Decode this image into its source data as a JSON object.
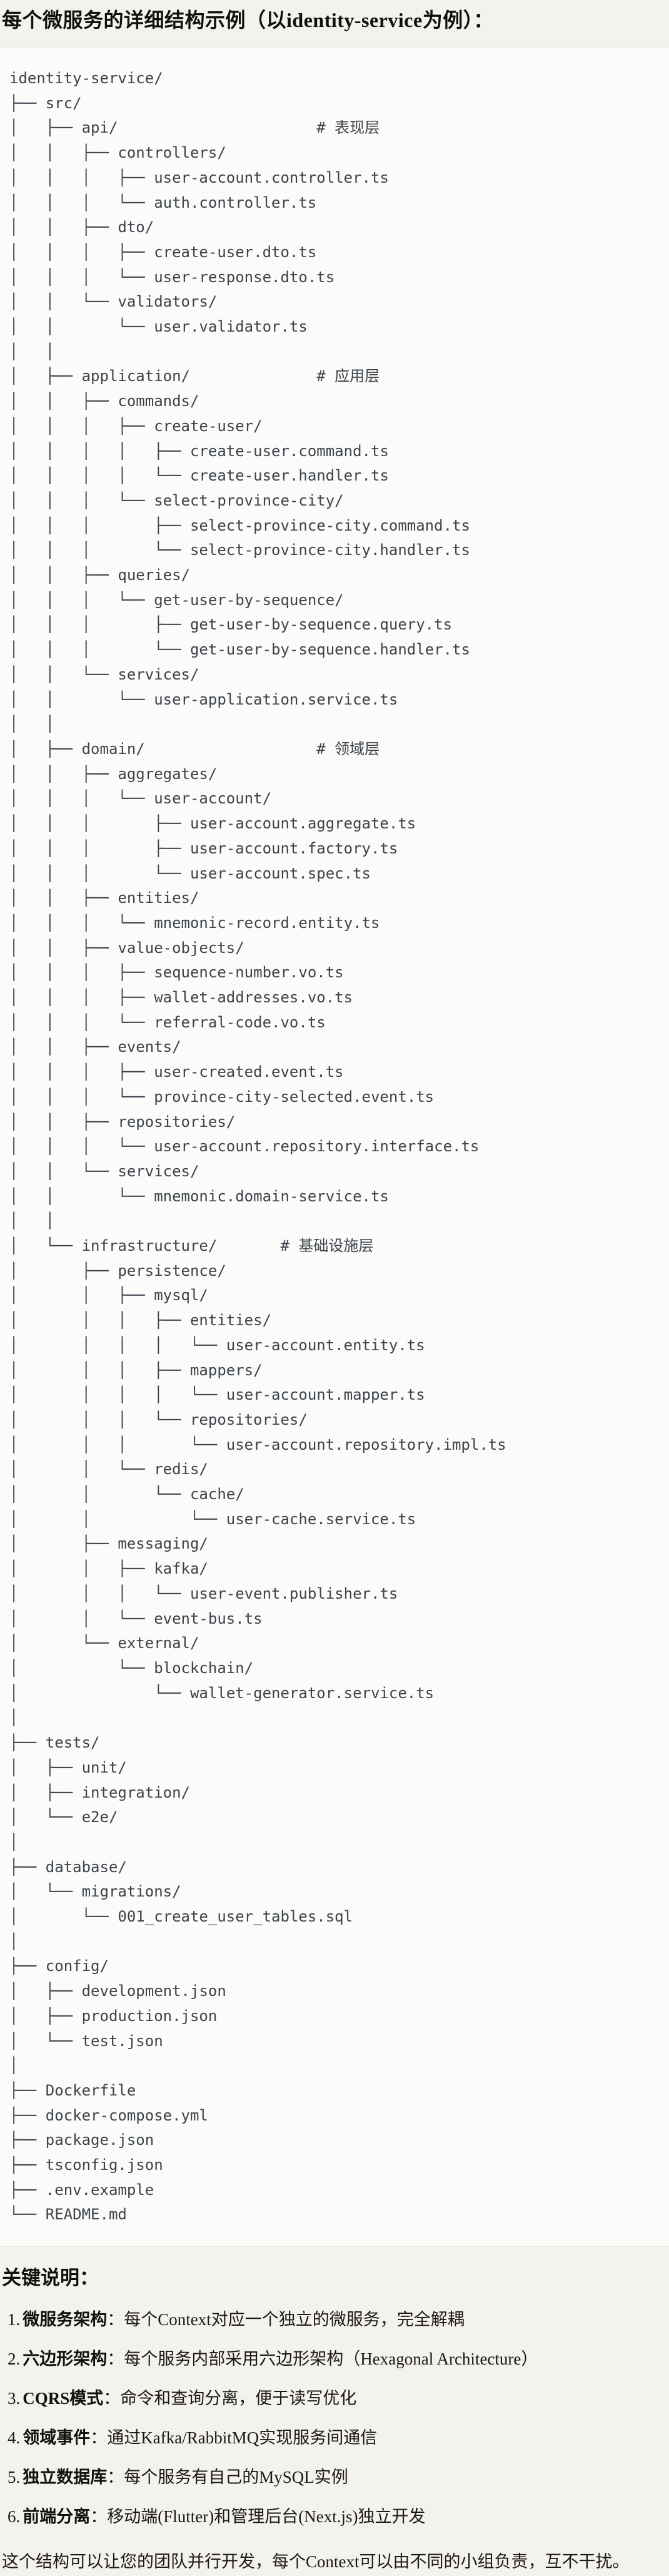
{
  "page": {
    "title": "每个微服务的详细结构示例（以identity-service为例）：",
    "notes_heading": "关键说明：",
    "closing": "这个结构可以让您的团队并行开发，每个Context可以由不同的小组负责，互不干扰。"
  },
  "code_block": {
    "kind": "ascii-directory-tree",
    "root": "identity-service/",
    "layer_comments": [
      "# 表现层",
      "# 应用层",
      "# 领域层",
      "# 基础设施层"
    ],
    "lines": [
      "identity-service/",
      "├── src/",
      "│   ├── api/                      # 表现层",
      "│   │   ├── controllers/",
      "│   │   │   ├── user-account.controller.ts",
      "│   │   │   └── auth.controller.ts",
      "│   │   ├── dto/",
      "│   │   │   ├── create-user.dto.ts",
      "│   │   │   └── user-response.dto.ts",
      "│   │   └── validators/",
      "│   │       └── user.validator.ts",
      "│   │",
      "│   ├── application/              # 应用层",
      "│   │   ├── commands/",
      "│   │   │   ├── create-user/",
      "│   │   │   │   ├── create-user.command.ts",
      "│   │   │   │   └── create-user.handler.ts",
      "│   │   │   └── select-province-city/",
      "│   │   │       ├── select-province-city.command.ts",
      "│   │   │       └── select-province-city.handler.ts",
      "│   │   ├── queries/",
      "│   │   │   └── get-user-by-sequence/",
      "│   │   │       ├── get-user-by-sequence.query.ts",
      "│   │   │       └── get-user-by-sequence.handler.ts",
      "│   │   └── services/",
      "│   │       └── user-application.service.ts",
      "│   │",
      "│   ├── domain/                   # 领域层",
      "│   │   ├── aggregates/",
      "│   │   │   └── user-account/",
      "│   │   │       ├── user-account.aggregate.ts",
      "│   │   │       ├── user-account.factory.ts",
      "│   │   │       └── user-account.spec.ts",
      "│   │   ├── entities/",
      "│   │   │   └── mnemonic-record.entity.ts",
      "│   │   ├── value-objects/",
      "│   │   │   ├── sequence-number.vo.ts",
      "│   │   │   ├── wallet-addresses.vo.ts",
      "│   │   │   └── referral-code.vo.ts",
      "│   │   ├── events/",
      "│   │   │   ├── user-created.event.ts",
      "│   │   │   └── province-city-selected.event.ts",
      "│   │   ├── repositories/",
      "│   │   │   └── user-account.repository.interface.ts",
      "│   │   └── services/",
      "│   │       └── mnemonic.domain-service.ts",
      "│   │",
      "│   └── infrastructure/       # 基础设施层",
      "│       ├── persistence/",
      "│       │   ├── mysql/",
      "│       │   │   ├── entities/",
      "│       │   │   │   └── user-account.entity.ts",
      "│       │   │   ├── mappers/",
      "│       │   │   │   └── user-account.mapper.ts",
      "│       │   │   └── repositories/",
      "│       │   │       └── user-account.repository.impl.ts",
      "│       │   └── redis/",
      "│       │       └── cache/",
      "│       │           └── user-cache.service.ts",
      "│       ├── messaging/",
      "│       │   ├── kafka/",
      "│       │   │   └── user-event.publisher.ts",
      "│       │   └── event-bus.ts",
      "│       └── external/",
      "│           └── blockchain/",
      "│               └── wallet-generator.service.ts",
      "│",
      "├── tests/",
      "│   ├── unit/",
      "│   ├── integration/",
      "│   └── e2e/",
      "│",
      "├── database/",
      "│   └── migrations/",
      "│       └── 001_create_user_tables.sql",
      "│",
      "├── config/",
      "│   ├── development.json",
      "│   ├── production.json",
      "│   └── test.json",
      "│",
      "├── Dockerfile",
      "├── docker-compose.yml",
      "├── package.json",
      "├── tsconfig.json",
      "├── .env.example",
      "└── README.md"
    ]
  },
  "notes": [
    {
      "num": "1.",
      "label": "微服务架构",
      "sep": "：",
      "text": "每个Context对应一个独立的微服务，完全解耦"
    },
    {
      "num": "2.",
      "label": "六边形架构",
      "sep": "：",
      "text": "每个服务内部采用六边形架构（Hexagonal Architecture）"
    },
    {
      "num": "3.",
      "label": "CQRS模式",
      "sep": "：",
      "text": "命令和查询分离，便于读写优化"
    },
    {
      "num": "4.",
      "label": "领域事件",
      "sep": "：",
      "text": "通过Kafka/RabbitMQ实现服务间通信"
    },
    {
      "num": "5.",
      "label": "独立数据库",
      "sep": "：",
      "text": "每个服务有自己的MySQL实例"
    },
    {
      "num": "6.",
      "label": "前端分离",
      "sep": "：",
      "text": "移动端(Flutter)和管理后台(Next.js)独立开发"
    }
  ],
  "colors": {
    "page_background": "#f4f2ec",
    "code_background": "#fbfbf9",
    "code_border": "#e7e4dd",
    "code_text": "#3d434c",
    "body_text": "#17150f"
  }
}
